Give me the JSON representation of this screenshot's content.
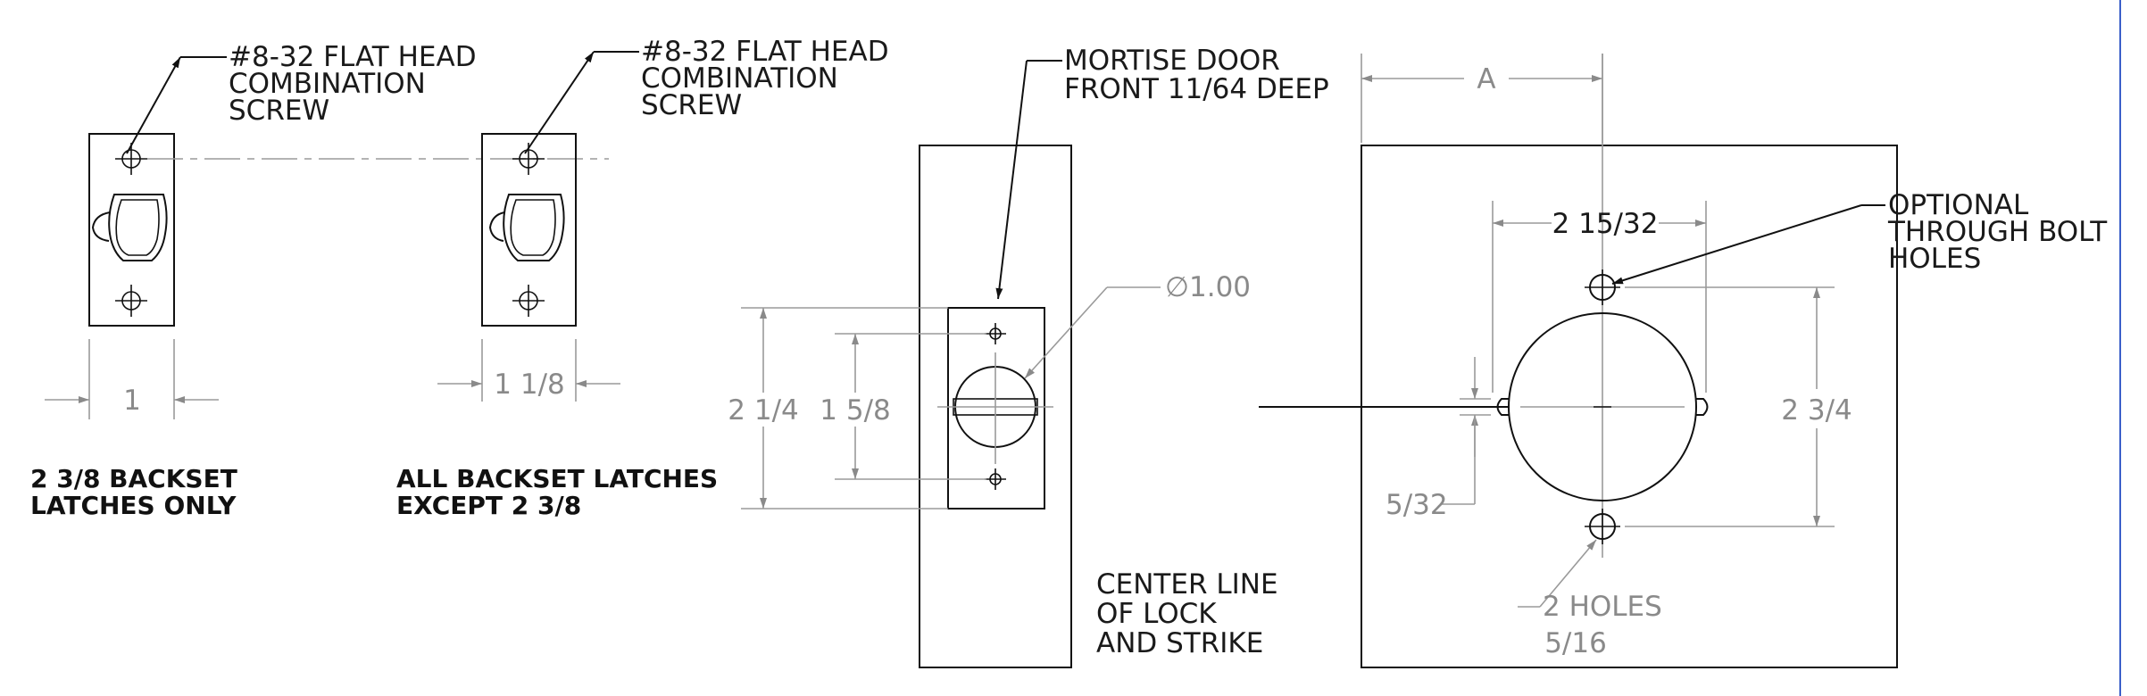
{
  "colors": {
    "line": "#111111",
    "dimension": "#8a8a8a",
    "frame": "#3b5fc9"
  },
  "latch_left": {
    "screw_note": [
      "#8-32 FLAT HEAD",
      "COMBINATION",
      "SCREW"
    ],
    "width_dim": "1",
    "caption": [
      "2 3/8 BACKSET",
      "LATCHES ONLY"
    ]
  },
  "latch_right": {
    "screw_note": [
      "#8-32 FLAT HEAD",
      "COMBINATION",
      "SCREW"
    ],
    "width_dim": "1 1/8",
    "caption": [
      "ALL BACKSET LATCHES",
      "EXCEPT 2 3/8"
    ]
  },
  "door_edge": {
    "mortise_note": [
      "MORTISE DOOR",
      "FRONT 11/64 DEEP"
    ],
    "bore_diameter": "∅1.00",
    "height_dim": "2 1/4",
    "screw_spacing_dim": "1 5/8",
    "centerline_note": [
      "CENTER LINE",
      "OF LOCK",
      "AND STRIKE"
    ]
  },
  "door_face": {
    "backset_dim": "A",
    "bore_dim": "2 15/32",
    "bolt_holes_note": [
      "OPTIONAL",
      "THROUGH BOLT",
      "HOLES"
    ],
    "bolt_spacing_dim": "2 3/4",
    "latch_slot_dim": "5/32",
    "holes_note": [
      "2 HOLES",
      "5/16"
    ]
  }
}
